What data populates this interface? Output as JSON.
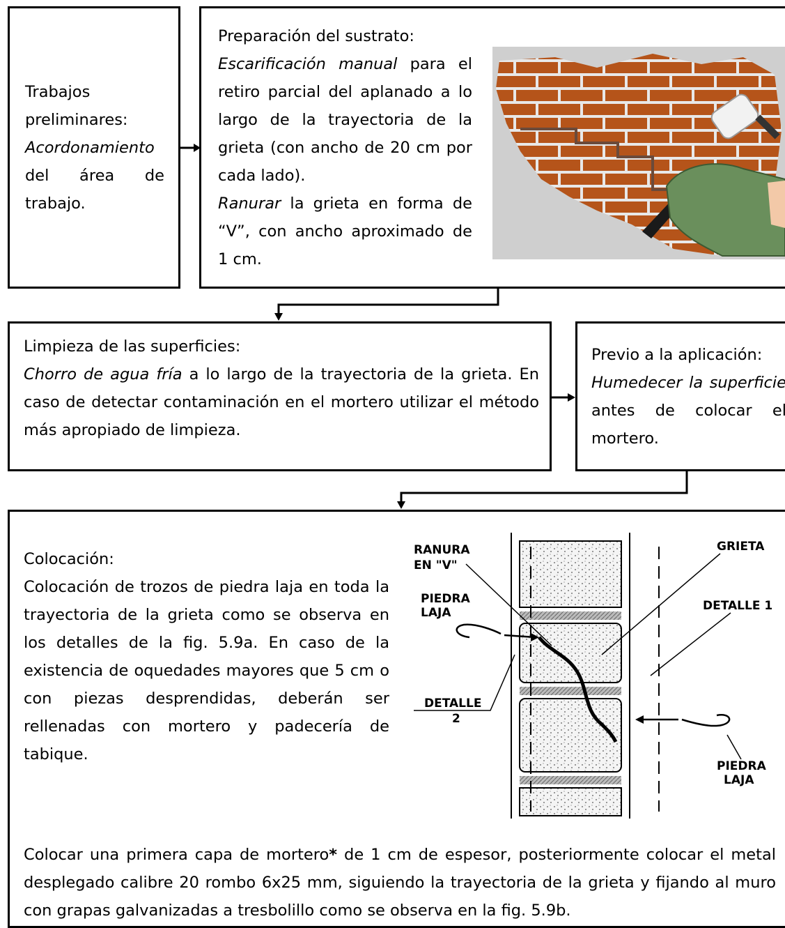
{
  "box1": {
    "title_l1": "Trabajos",
    "title_l2": "preliminares:",
    "italic": "Acordonamiento",
    "rest": "del área de trabajo."
  },
  "box2": {
    "title": "Preparación del sustrato:",
    "p1_italic": "Escarificación manual",
    "p1_rest": " para el retiro parcial del aplanado a lo largo de la trayectoria de la grieta (con ancho de 20 cm por cada lado).",
    "p2_italic": "Ranurar",
    "p2_rest": " la grieta en forma de “V”, con ancho aproximado de 1 cm."
  },
  "box3": {
    "title": "Limpieza de las superficies:",
    "italic": "Chorro de agua fría",
    "rest": " a lo largo de la trayectoria de la grieta. En caso de detectar contaminación en el mortero utilizar el método más apropiado de limpieza."
  },
  "box4": {
    "title": "Previo a la aplicación:",
    "italic": "Humedecer la superficie",
    "rest": " antes de colocar el mortero."
  },
  "box5": {
    "title": "Colocación:",
    "para1": "Colocación de trozos de piedra laja en toda la trayectoria de la grieta como se observa en los detalles de la fig. 5.9a.  En caso de la existencia de oquedades mayores que 5 cm o con piezas desprendidas, deberán ser rellenadas con mortero y padecería de tabique.",
    "para2_a": "Colocar una primera capa de mortero",
    "para2_star": "*",
    "para2_b": " de 1 cm de espesor, posteriormente colocar el metal desplegado calibre 20 rombo 6x25 mm, siguiendo la trayectoria de la grieta y fijando al muro con grapas galvanizadas a tresbolillo como se observa en la fig. 5.9b."
  },
  "detail": {
    "ranura_l1": "RANURA",
    "ranura_l2": "EN \"V\"",
    "piedra_l1": "PIEDRA",
    "piedra_l2": "LAJA",
    "detalle2_l1": "DETALLE",
    "detalle2_l2": "2",
    "grieta": "GRIETA",
    "detalle1": "DETALLE  1",
    "piedra2_l1": "PIEDRA",
    "piedra2_l2": "LAJA"
  },
  "colors": {
    "brick": "#b5541a",
    "mortar": "#e8e8e8",
    "wall_bg": "#cfcfcf",
    "glove": "#6a8f5c"
  }
}
